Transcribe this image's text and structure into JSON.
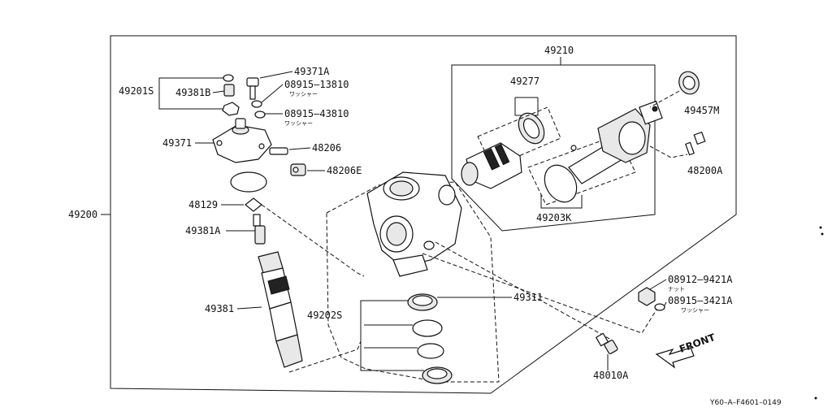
{
  "labels": {
    "l49200": "49200",
    "l49201s": "49201S",
    "l49381b": "49381B",
    "l49371a": "49371A",
    "l08915_13810": "08915–13810",
    "washer1": "ワッシャー",
    "l08915_43810": "08915–43810",
    "washer2": "ワッシャー",
    "l49371": "49371",
    "l48206": "48206",
    "l48206e": "48206E",
    "l48129": "48129",
    "l49381a": "49381A",
    "l49381": "49381",
    "l49202s": "49202S",
    "l49311": "49311",
    "l49210": "49210",
    "l49277": "49277",
    "l49203k": "49203K",
    "l49457m": "49457M",
    "l48200a": "48200A",
    "l08912": "08912–9421A",
    "nut": "ナット",
    "l08915_3421a": "08915–3421A",
    "washer3": "ワッシャー",
    "l48010a": "48010A",
    "front": "FRONT",
    "code": "Y60–A–F4601–0149"
  }
}
